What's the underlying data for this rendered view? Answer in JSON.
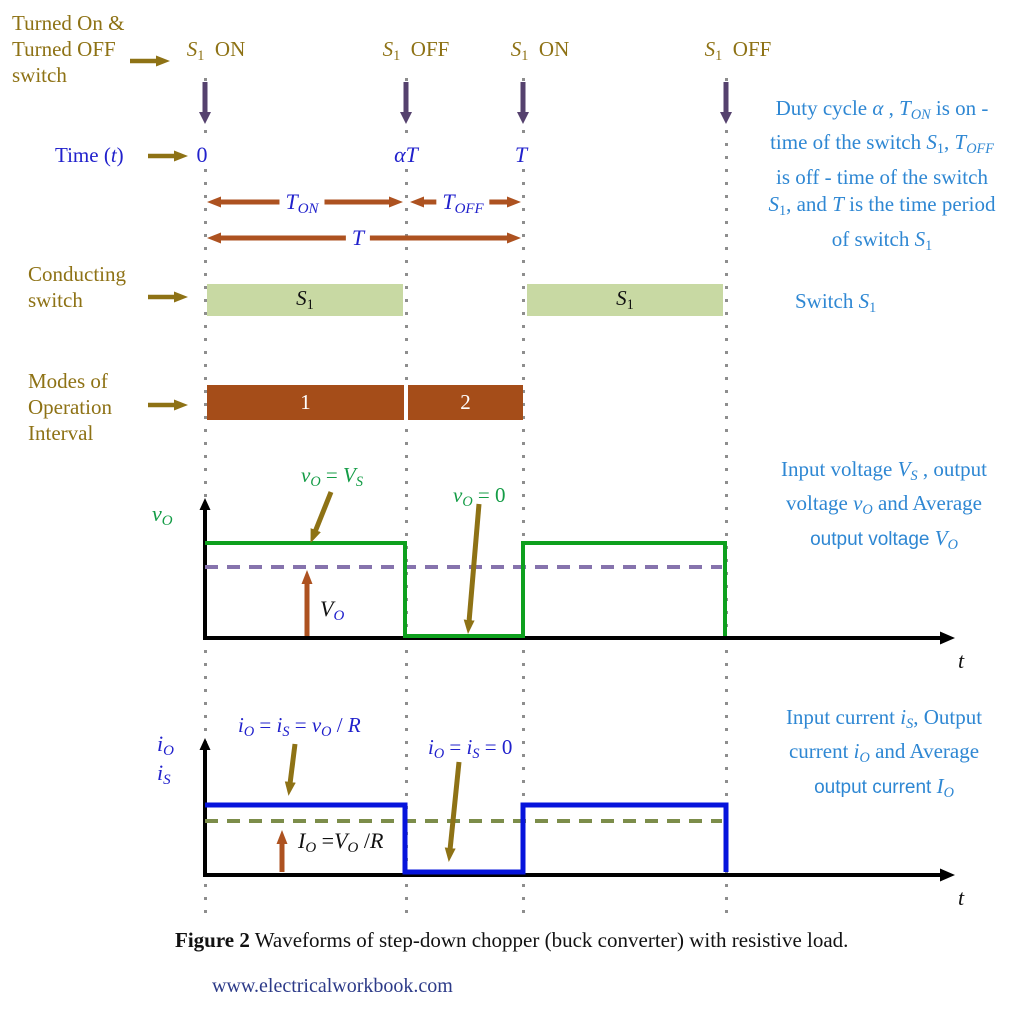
{
  "colors": {
    "olive_label": "#8e7215",
    "blue_label": "#2121cc",
    "light_blue_note": "#2e87d3",
    "purple_event_arrow": "#55416e",
    "brown_measure_arrow": "#ad5220",
    "green_waveform": "#0ea01e",
    "green_annotation": "#149c46",
    "green_bar_fill": "#c8d9a3",
    "mode_bar_fill": "#a54d19",
    "purple_average_dash": "#8673ad",
    "olive_average_dash": "#7c8d4a",
    "blue_waveform": "#0614dc",
    "footer_navy": "#2c3a88"
  },
  "left_labels": {
    "switch_html": "Turned On &amp;<br>Turned OFF<br>switch",
    "time_html": "Time (<i>t</i>)",
    "conducting_html": "Conducting<br>switch",
    "modes_html": "Modes of<br>Operation<br>Interval"
  },
  "timeline": {
    "events": [
      {
        "label_html": "<i>S</i><sub>1</sub>&nbsp; ON"
      },
      {
        "label_html": "<i>S</i><sub>1</sub>&nbsp; OFF"
      },
      {
        "label_html": "<i>S</i><sub>1</sub>&nbsp; ON"
      },
      {
        "label_html": "<i>S</i><sub>1</sub>&nbsp; OFF"
      }
    ],
    "ticks": [
      {
        "label_html": "0"
      },
      {
        "label_html": "<i>αT</i>"
      },
      {
        "label_html": "<i>T</i>"
      }
    ],
    "t_on_html": "<i>T<sub>ON</sub></i>",
    "t_off_html": "<i>T<sub>OFF</sub></i>",
    "t_period_html": "<i>T</i>"
  },
  "conducting": {
    "bar1_html": "<i>S</i><sub>1</sub>",
    "bar2_html": "<i>S</i><sub>1</sub>"
  },
  "modes": {
    "bar1": "1",
    "bar2": "2"
  },
  "voltage_plot": {
    "axis_label_html": "<i>v<sub>O</sub></i>",
    "ann_high_html": "<i>v<sub>O</sub></i> = <i>V<sub>S</sub></i>",
    "ann_zero_html": "<i>v<sub>O</sub></i> = 0",
    "avg_label_html": "<i>V</i><sub class=\"sub-blue\"><i>O</i></sub>",
    "time_axis_label_html": "<i>t</i>"
  },
  "current_plot": {
    "axis_label_1_html": "<i>i<sub>O</sub></i>",
    "axis_label_2_html": "<i>i<sub>S</sub></i>",
    "ann_high_html": "<i>i<sub>O</sub></i> = <i>i<sub>S</sub></i> = <i>v<sub>O</sub></i> / <i>R</i>",
    "ann_zero_html": "<i>i<sub>O</sub></i> = <i>i<sub>S</sub></i> = 0",
    "avg_label_html": "<i>I<sub>O</sub></i> =<i>V<sub>O</sub></i> /<i>R</i>",
    "time_axis_label_html": "<i>t</i>"
  },
  "right_notes": {
    "duty_html": "Duty cycle <i>α</i> , <i>T<sub>ON</sub></i> is on -<br>time of the switch <i>S</i><sub>1</sub>, <i>T<sub>OFF</sub></i><br>is off - time of the switch<br><i>S</i><sub>1</sub>, and <i>T</i> is the time period<br>of switch <i>S</i><sub>1</sub>",
    "switch_html": "Switch <i>S</i><sub>1</sub>",
    "voltage_html": "Input voltage <i>V<sub>S</sub></i> , output<br>voltage <i>v<sub>O</sub></i> and Average<br><span class=\"sans\">output voltage</span> <i>V<sub>O</sub></i>",
    "current_html": "Input current <i>i<sub>S</sub></i>, Output<br>current <i>i<sub>O</sub></i> and Average<br><span class=\"sans\">output current</span> <i>I<sub>O</sub></i>"
  },
  "caption": {
    "bold": "Figure 2",
    "rest": " Waveforms of step-down chopper (buck converter) with resistive load."
  },
  "footer": "www.electricalworkbook.com"
}
